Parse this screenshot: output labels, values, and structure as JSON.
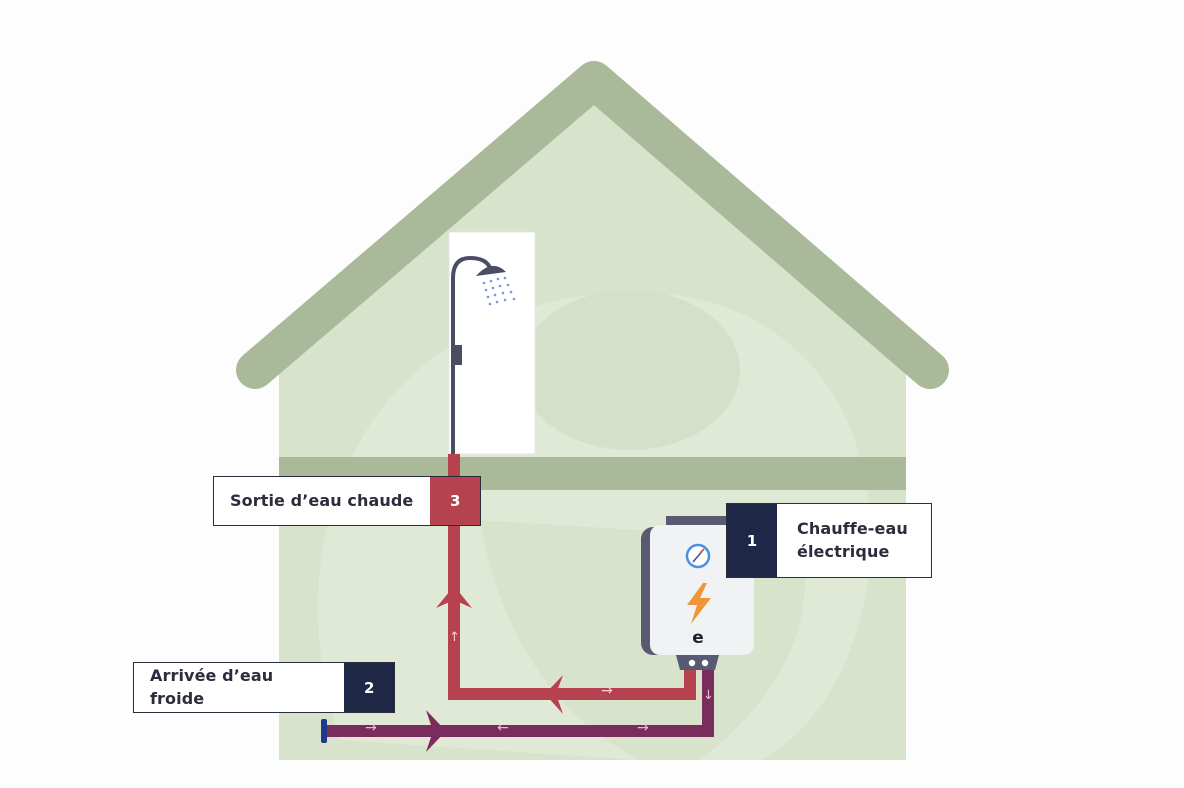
{
  "diagram": {
    "title": "Electric water heater circuit",
    "colors": {
      "roof": "#a9b99a",
      "wall": "#d8e3cc",
      "floor_band": "#a9b99a",
      "hot_pipe": "#b6414f",
      "cold_pipe": "#7a2c5c",
      "badge_dark": "#1e2846",
      "badge_hot": "#b6414f",
      "label_text": "#2b2d3c",
      "heater_body": "#f1f2f4",
      "heater_frame": "#585a72",
      "bolt": "#f0953a",
      "gauge": "#4a90e2"
    },
    "labels": [
      {
        "number": "1",
        "text_line1": "Chauffe-eau",
        "text_line2": "électrique"
      },
      {
        "number": "2",
        "text": "Arrivée d’eau froide"
      },
      {
        "number": "3",
        "text": "Sortie d’eau chaude"
      }
    ],
    "heater_logo": "e",
    "flow_arrow_glyphs": {
      "right": "→",
      "left": "←",
      "up": "↑",
      "down": "↓"
    }
  }
}
